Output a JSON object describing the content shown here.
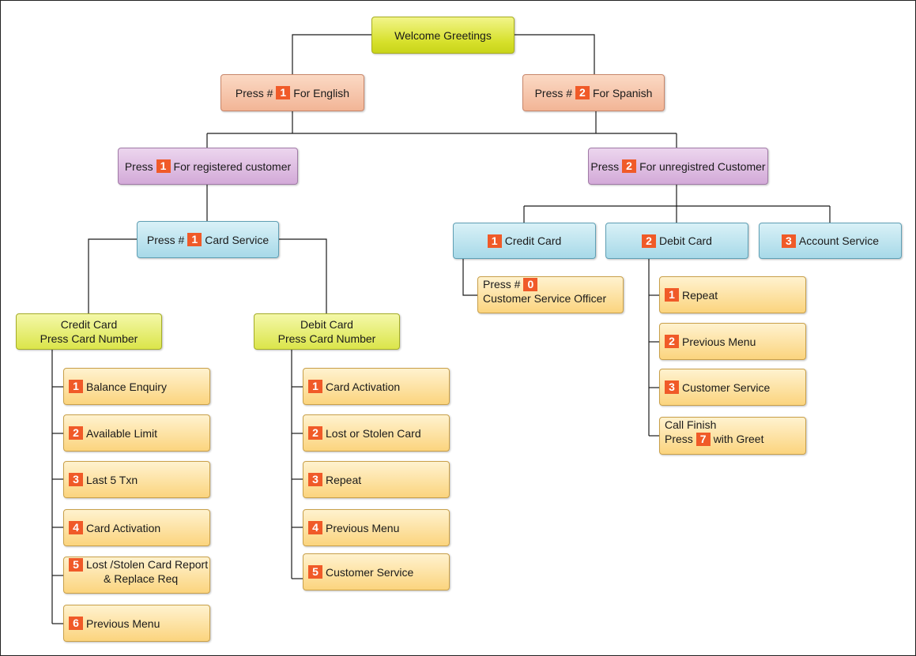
{
  "welcome": "Welcome Greetings",
  "english": {
    "pre": "Press #",
    "num": "1",
    "post": "For English"
  },
  "spanish": {
    "pre": "Press #",
    "num": "2",
    "post": "For Spanish"
  },
  "registered": {
    "pre": "Press",
    "num": "1",
    "post": "For registered customer"
  },
  "unregistered": {
    "pre": "Press",
    "num": "2",
    "post": "For unregistred Customer"
  },
  "card_service": {
    "pre": "Press #",
    "num": "1",
    "post": "Card Service"
  },
  "credit_card_pcn": {
    "line1": "Credit Card",
    "line2": "Press Card Number"
  },
  "debit_card_pcn": {
    "line1": "Debit Card",
    "line2": "Press Card Number"
  },
  "credit_items": [
    {
      "num": "1",
      "label": "Balance Enquiry"
    },
    {
      "num": "2",
      "label": "Available Limit"
    },
    {
      "num": "3",
      "label": "Last 5 Txn"
    },
    {
      "num": "4",
      "label": "Card Activation"
    },
    {
      "num": "5",
      "label": "Lost /Stolen Card Report",
      "label2": "& Replace Req"
    },
    {
      "num": "6",
      "label": "Previous Menu"
    }
  ],
  "debit_items": [
    {
      "num": "1",
      "label": "Card Activation"
    },
    {
      "num": "2",
      "label": "Lost or Stolen Card"
    },
    {
      "num": "3",
      "label": "Repeat"
    },
    {
      "num": "4",
      "label": "Previous Menu"
    },
    {
      "num": "5",
      "label": "Customer Service"
    }
  ],
  "unreg_options": [
    {
      "num": "1",
      "label": "Credit Card"
    },
    {
      "num": "2",
      "label": "Debit Card"
    },
    {
      "num": "3",
      "label": "Account Service"
    }
  ],
  "officer": {
    "pre": "Press #",
    "num": "0",
    "line2": "Customer Service Officer"
  },
  "unreg_debit_items": [
    {
      "num": "1",
      "label": "Repeat"
    },
    {
      "num": "2",
      "label": "Previous Menu"
    },
    {
      "num": "3",
      "label": "Customer Service"
    }
  ],
  "call_finish": {
    "line1": "Call Finish",
    "pre": "Press",
    "num": "7",
    "post": "with Greet"
  }
}
